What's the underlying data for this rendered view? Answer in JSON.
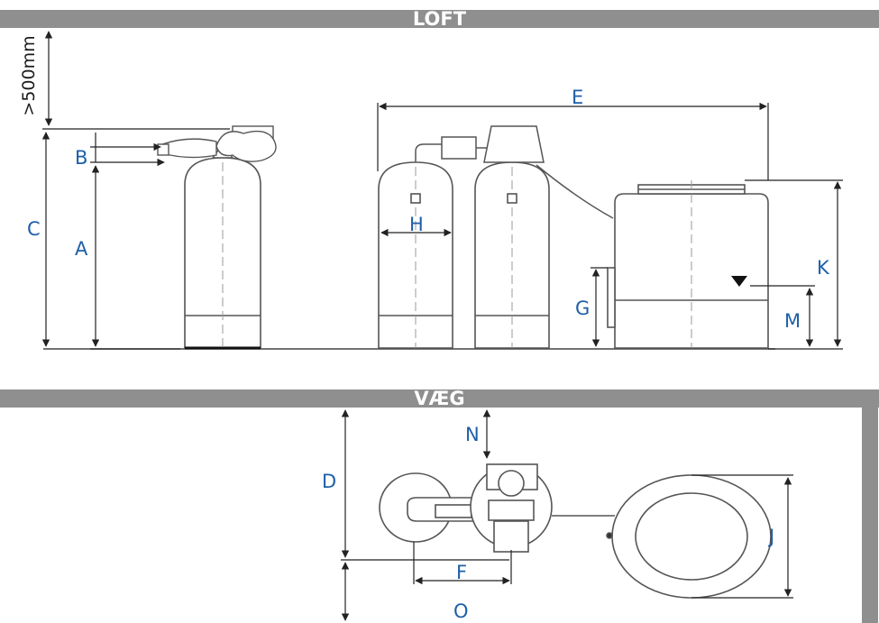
{
  "banners": {
    "top": "LOFT",
    "bottom": "VÆG"
  },
  "requirement": ">500mm",
  "labels": {
    "A": "A",
    "B": "B",
    "C": "C",
    "D": "D",
    "E": "E",
    "F": "F",
    "G": "G",
    "H": "H",
    "J": "J",
    "K": "K",
    "M": "M",
    "N": "N",
    "O": "O"
  },
  "colors": {
    "label": "#1f5fa8",
    "banner": "#8f8f8f",
    "line": "#222222",
    "outline": "#555555"
  }
}
